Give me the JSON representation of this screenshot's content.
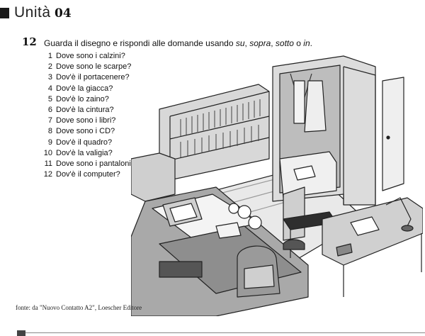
{
  "header": {
    "unit_word": "Unità",
    "unit_number": "04"
  },
  "exercise": {
    "number": "12",
    "prompt_prefix": "Guarda il disegno e rispondi alle domande usando ",
    "prompt_words": [
      "su",
      "sopra",
      "sotto",
      "in"
    ],
    "prompt_sep_comma": ", ",
    "prompt_sep_or": " o ",
    "prompt_end": ".",
    "questions": [
      {
        "n": "1",
        "text": "Dove sono i calzini?"
      },
      {
        "n": "2",
        "text": "Dove sono le scarpe?"
      },
      {
        "n": "3",
        "text": "Dov'è il portacenere?"
      },
      {
        "n": "4",
        "text": "Dov'è la giacca?"
      },
      {
        "n": "5",
        "text": "Dov'è lo zaino?"
      },
      {
        "n": "6",
        "text": "Dov'è la cintura?"
      },
      {
        "n": "7",
        "text": "Dove sono i libri?"
      },
      {
        "n": "8",
        "text": "Dove sono i CD?"
      },
      {
        "n": "9",
        "text": "Dov'è il quadro?"
      },
      {
        "n": "10",
        "text": "Dov'è la valigia?"
      },
      {
        "n": "11",
        "text": "Dove sono i pantaloni?"
      },
      {
        "n": "12",
        "text": "Dov'è il computer?"
      }
    ]
  },
  "source": "fonte: da \"Nuovo Contatto A2\", Loescher Editore"
}
